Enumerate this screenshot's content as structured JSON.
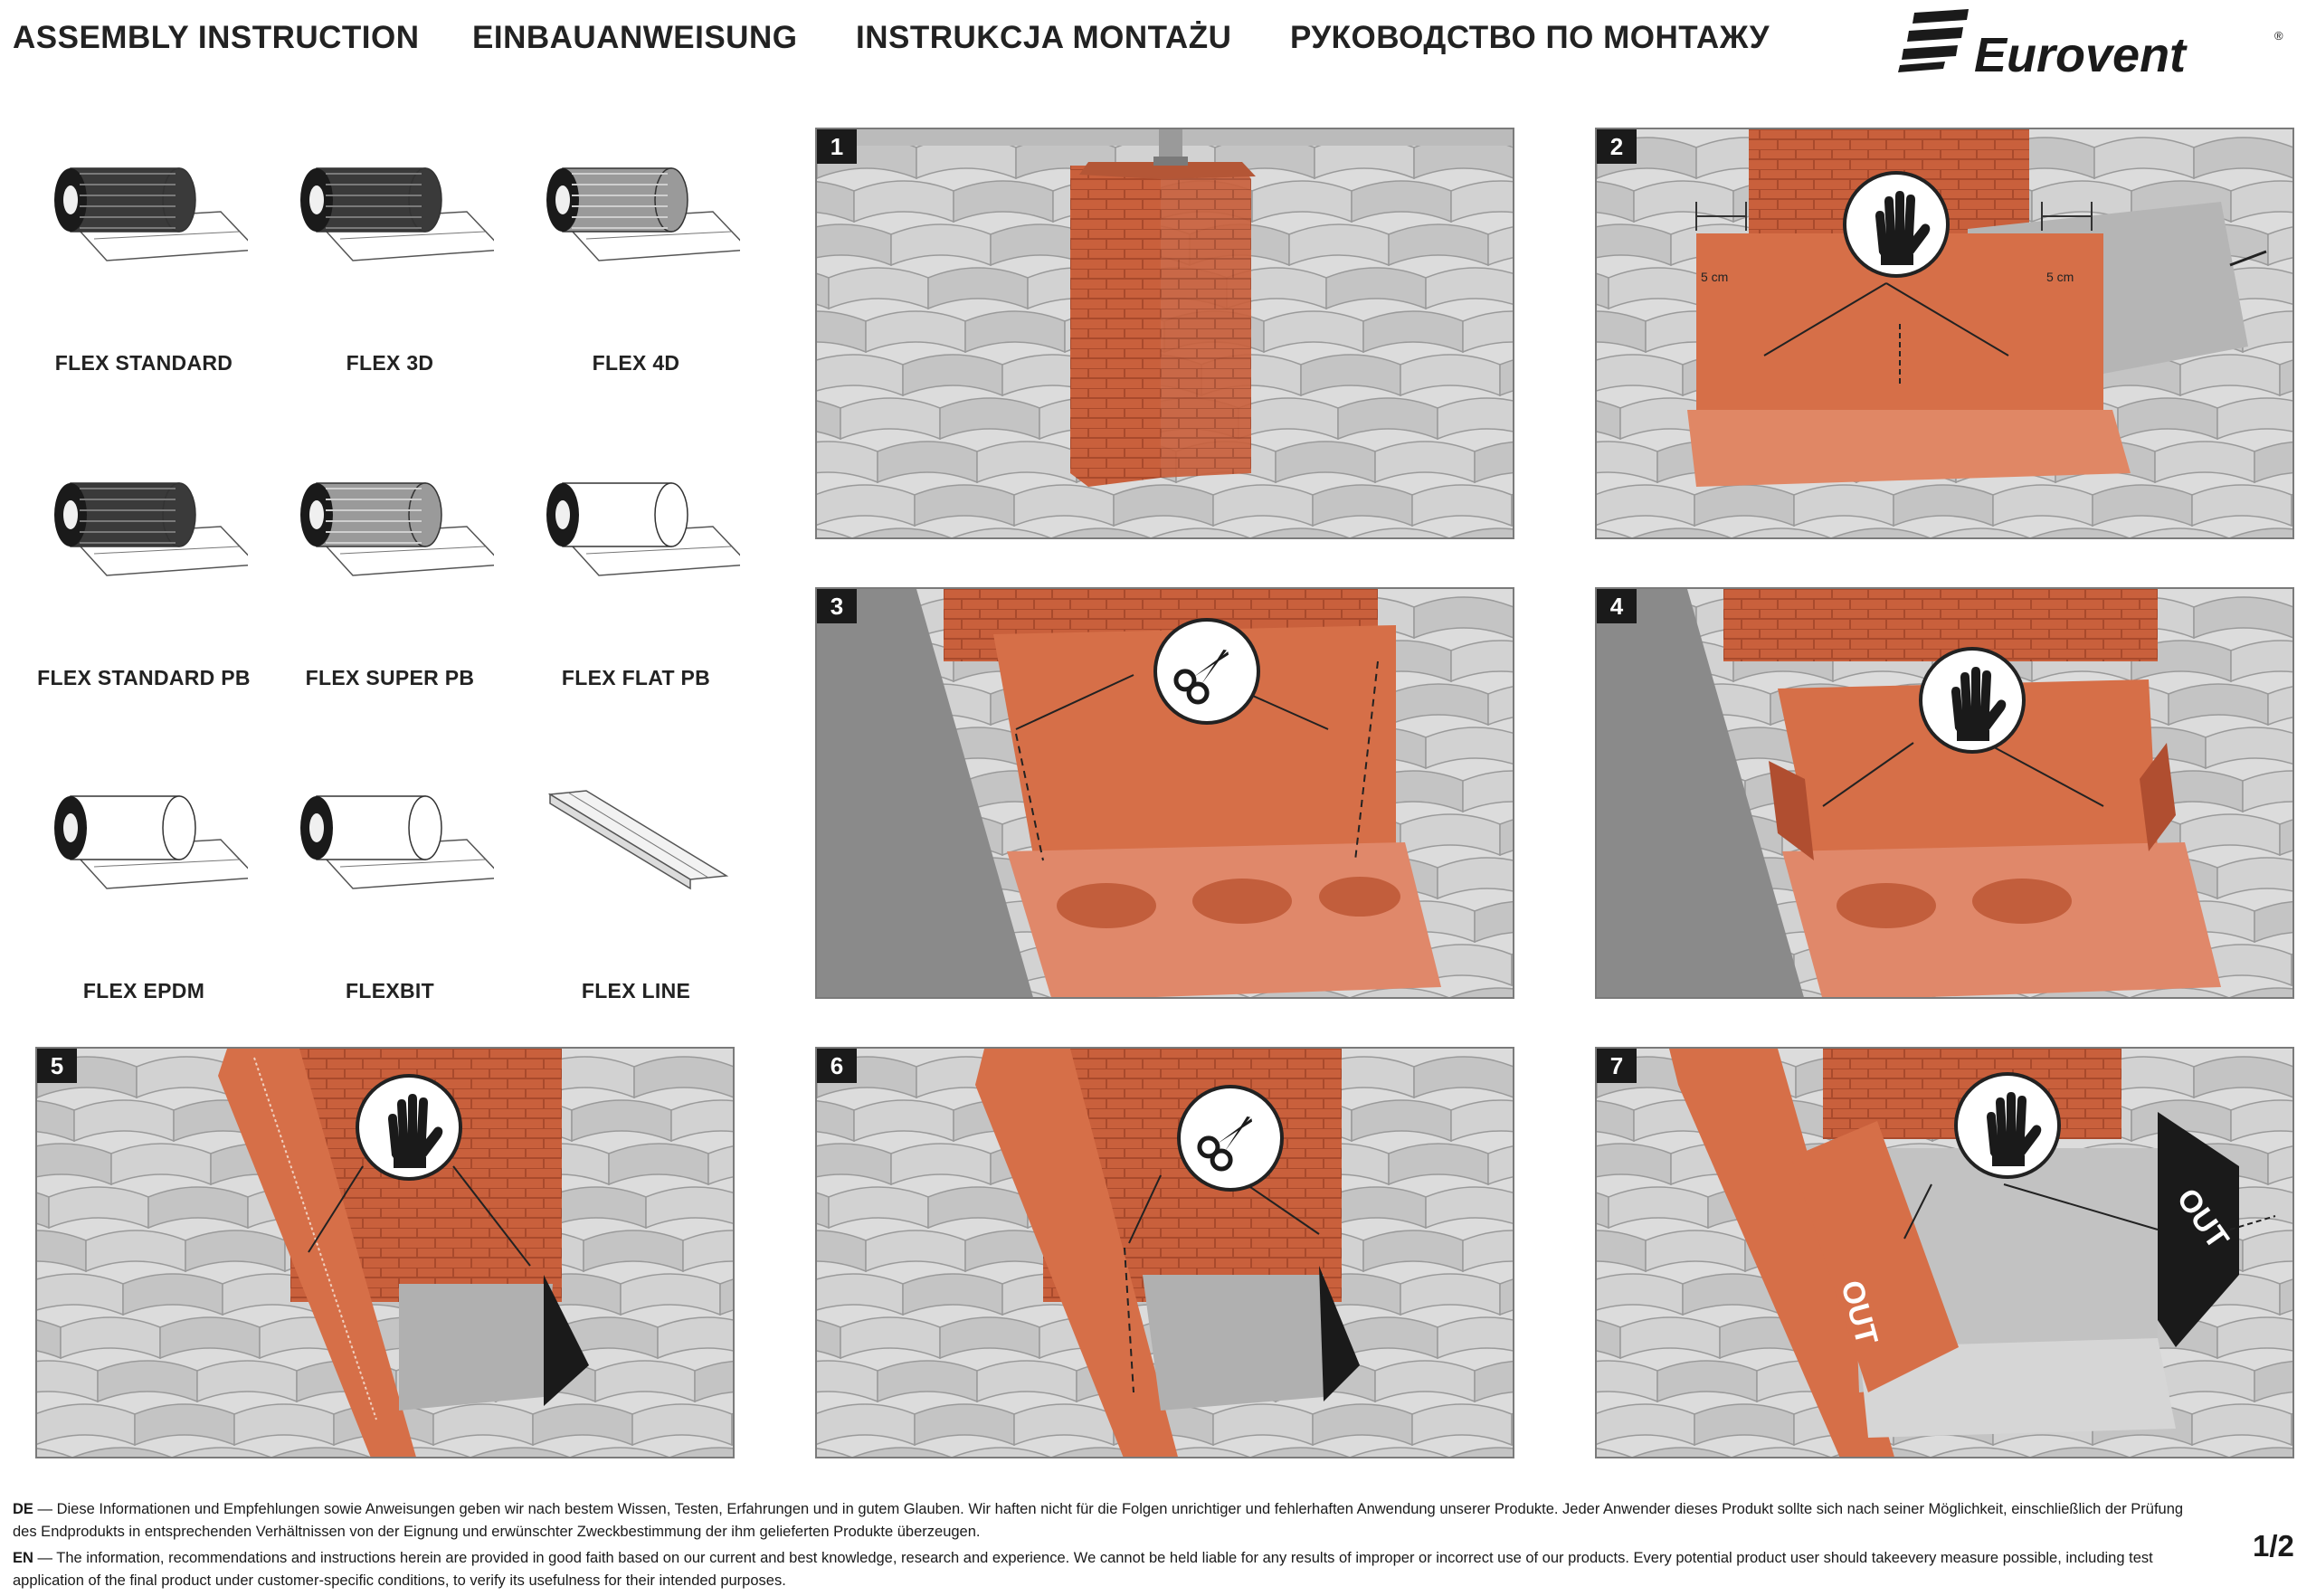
{
  "header": {
    "titles": [
      "ASSEMBLY INSTRUCTION",
      "EINBAUANWEISUNG",
      "INSTRUKCJA MONTAŻU",
      "РУКОВОДСТВО ПО МОНТАЖУ"
    ],
    "brand": "Eurovent",
    "registered": "®"
  },
  "products": [
    {
      "label": "FLEX STANDARD",
      "style": "dark"
    },
    {
      "label": "FLEX 3D",
      "style": "dark"
    },
    {
      "label": "FLEX 4D",
      "style": "grey"
    },
    {
      "label": "FLEX STANDARD PB",
      "style": "dark"
    },
    {
      "label": "FLEX SUPER PB",
      "style": "grey"
    },
    {
      "label": "FLEX FLAT PB",
      "style": "white"
    },
    {
      "label": "FLEX EPDM",
      "style": "white"
    },
    {
      "label": "FLEXBIT",
      "style": "white"
    },
    {
      "label": "FLEX LINE",
      "style": "profile"
    }
  ],
  "steps": [
    {
      "number": "1",
      "tool": ""
    },
    {
      "number": "2",
      "tool": "glove-icon",
      "measure_left": "5 cm",
      "measure_right": "5 cm"
    },
    {
      "number": "3",
      "tool": "scissors-icon"
    },
    {
      "number": "4",
      "tool": "glove-icon"
    },
    {
      "number": "5",
      "tool": "glove-icon"
    },
    {
      "number": "6",
      "tool": "scissors-icon"
    },
    {
      "number": "7",
      "tool": "glove-icon",
      "out_left": "OUT",
      "out_right": "OUT"
    }
  ],
  "colors": {
    "brick": "#c9603c",
    "flashing": "#d8734e",
    "tile": "#d9d9d9",
    "dark": "#1a1a1a"
  },
  "footer": {
    "de_prefix": "DE",
    "de_text": " — Diese Informationen und Empfehlungen sowie Anweisungen geben wir nach bestem Wissen, Testen, Erfahrungen und in gutem Glauben. Wir haften nicht für die Folgen unrichtiger und fehlerhaften Anwendung unserer Produkte. Jeder Anwender dieses Produkt sollte sich nach seiner Möglichkeit, einschließlich der Prüfung des Endprodukts in entsprechenden Verhältnissen von der Eignung und erwünschter Zweckbestimmung der ihm gelieferten Produkte überzeugen.",
    "en_prefix": "EN",
    "en_text": " — The information, recommendations and instructions herein are provided in good faith based on our current and best knowledge, research and experience. We cannot be held liable for any results of improper or incorrect use of our products. Every potential product user should takeevery measure possible, including test application of the final product under customer-specific conditions, to verify its usefulness for their intended purposes.",
    "page": "1/2"
  }
}
